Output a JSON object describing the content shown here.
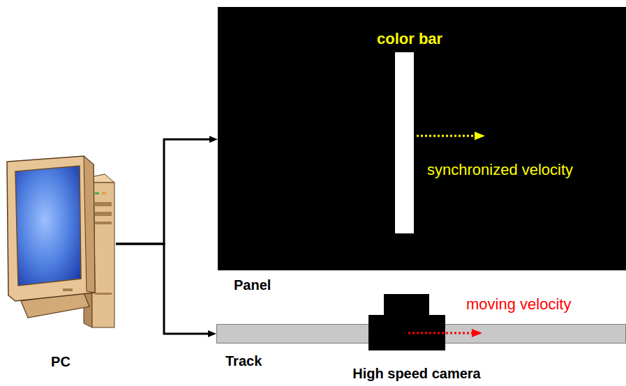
{
  "diagram": {
    "nodes": [
      {
        "text": [
          "PC"
        ]
      },
      {
        "text": [
          "Panel"
        ]
      },
      {
        "text": [
          "color bar"
        ],
        "in": 1
      },
      {
        "text": [
          "Track"
        ]
      },
      {
        "text": [
          "High speed camera"
        ]
      }
    ],
    "edges": [
      {
        "from": 0,
        "to": 1,
        "arrow": "to"
      },
      {
        "from": 0,
        "to": 3,
        "arrow": "to"
      }
    ],
    "labels": [
      "synchronized velocity",
      "moving velocity"
    ]
  }
}
